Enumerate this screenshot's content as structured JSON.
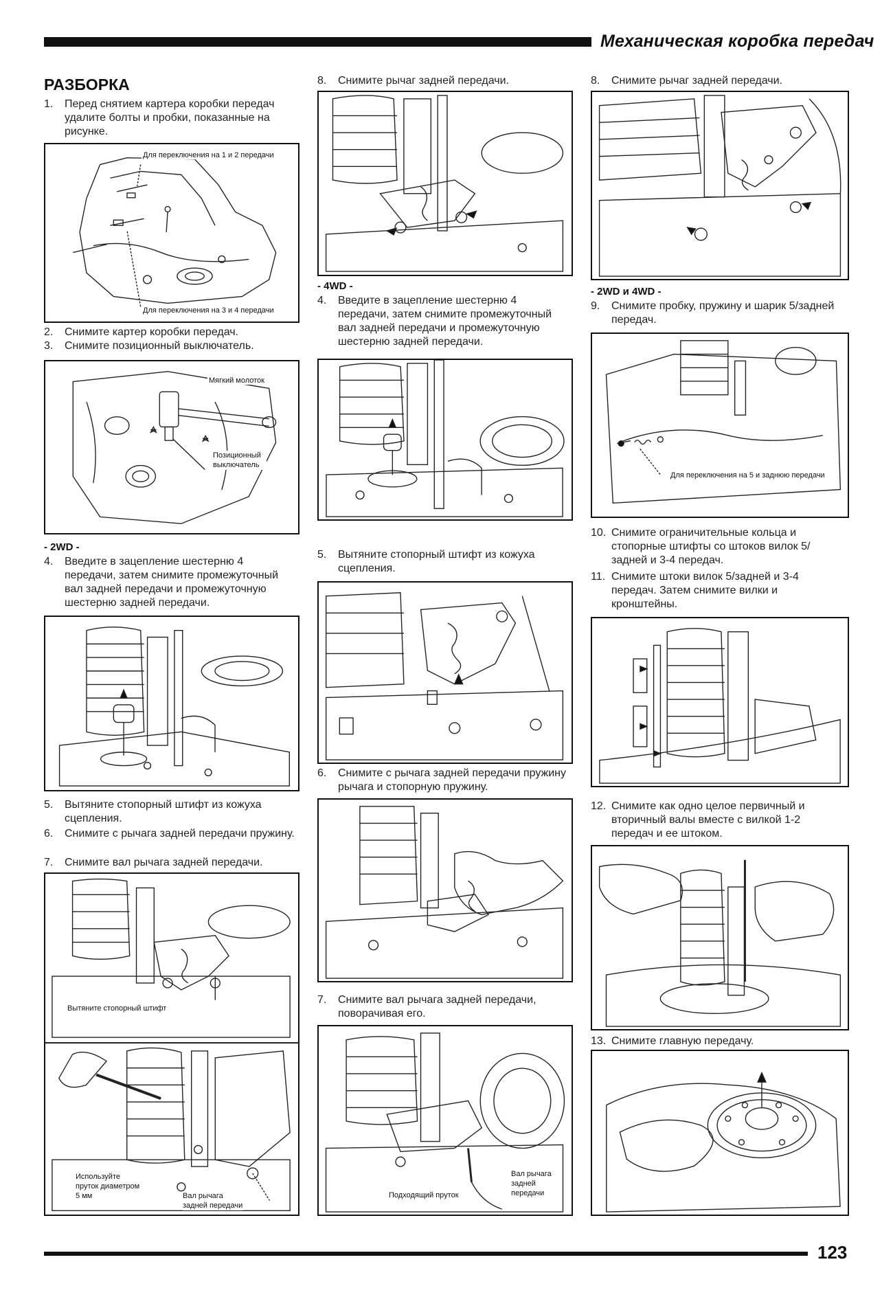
{
  "header": {
    "title": "Механическая коробка передач"
  },
  "section_title": "РАЗБОРКА",
  "col1": {
    "step1_num": "1.",
    "step1_text": "Перед снятием картера коробки передач удалите болты и пробки, показанные на рисунке.",
    "fig1_label_a": "Для переключения на 1 и 2 передачи",
    "fig1_label_b": "Для переключения на 3 и 4 передачи",
    "step2_num": "2.",
    "step2_text": "Снимите картер коробки передач.",
    "step3_num": "3.",
    "step3_text": "Снимите позиционный выключатель.",
    "fig2_label_a": "Мягкий молоток",
    "fig2_label_b": "Позиционный выключатель",
    "tag_2wd": "- 2WD -",
    "step4_num": "4.",
    "step4_text": "Введите в зацепление шестерню 4 передачи, затем снимите промежуточный вал задней передачи и промежуточную шестерню задней передачи.",
    "step5_num": "5.",
    "step5_text": "Вытяните стопорный штифт из кожуха сцепления.",
    "step6_num": "6.",
    "step6_text": "Снимите с рычага задней передачи пружину.",
    "step7_num": "7.",
    "step7_text": "Снимите вал рычага задней передачи.",
    "fig4_label_a": "Вытяните стопорный штифт",
    "fig4_label_b": "Используйте пруток диаметром 5 мм",
    "fig4_label_c": "Вал рычага задней передачи"
  },
  "col2": {
    "step8_num": "8.",
    "step8_text": "Снимите рычаг задней передачи.",
    "tag_4wd": "- 4WD -",
    "step4_num": "4.",
    "step4_text": "Введите в зацепление шестерню 4 передачи, затем снимите промежуточный вал задней передачи и промежуточную шестерню задней передачи.",
    "step5_num": "5.",
    "step5_text": "Вытяните стопорный штифт из кожуха сцепления.",
    "step6_num": "6.",
    "step6_text": "Снимите с рычага задней передачи пружину рычага и стопорную пружину.",
    "step7_num": "7.",
    "step7_text": "Снимите вал рычага задней передачи, поворачивая его.",
    "fig5_label_a": "Подходящий пруток",
    "fig5_label_b": "Вал рычага задней передачи"
  },
  "col3": {
    "step8_num": "8.",
    "step8_text": "Снимите рычаг задней передачи.",
    "tag_both": "- 2WD и 4WD -",
    "step9_num": "9.",
    "step9_text": "Снимите пробку, пружину и шарик 5/задней передач.",
    "fig2_label": "Для переключения на 5 и заднюю передачи",
    "step10_num": "10.",
    "step10_text": "Снимите ограничительные кольца и стопорные штифты со штоков вилок 5/задней и 3-4 передач.",
    "step11_num": "11.",
    "step11_text": "Снимите штоки вилок 5/задней и 3-4 передач. Затем снимите вилки и кронштейны.",
    "step12_num": "12.",
    "step12_text": "Снимите как одно целое первичный и вторичный валы вместе с вилкой 1-2 передач и ее штоком.",
    "step13_num": "13.",
    "step13_text": "Снимите главную передачу."
  },
  "footer": {
    "page_number": "123"
  }
}
